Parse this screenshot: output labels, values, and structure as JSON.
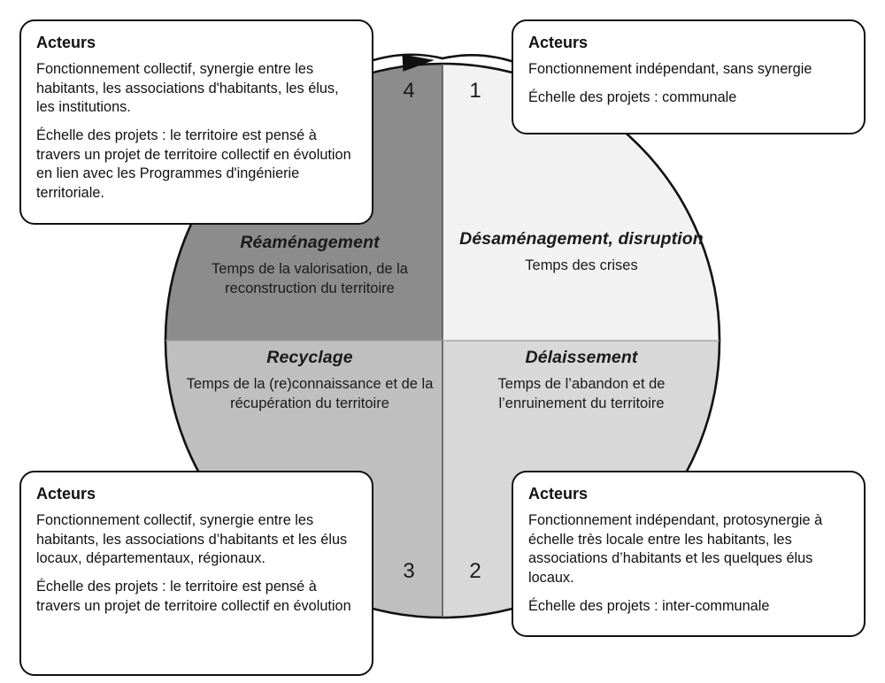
{
  "diagram": {
    "cycle": {
      "arrow": "clockwise-arrow",
      "quadrants": [
        {
          "number": "1",
          "title": "Désaménagement, disruption",
          "subtitle": "Temps des crises",
          "color": "#f2f2f2",
          "position": "top-right"
        },
        {
          "number": "2",
          "title": "Délaissement",
          "subtitle": "Temps de l’abandon et de l’enruinement du territoire",
          "color": "#d8d8d8",
          "position": "bottom-right"
        },
        {
          "number": "3",
          "title": "Recyclage",
          "subtitle": "Temps de la (re)connaissance et de la récupération du territoire",
          "color": "#bfbfbf",
          "position": "bottom-left"
        },
        {
          "number": "4",
          "title": "Réaménagement",
          "subtitle": "Temps de la valorisation, de la reconstruction du territoire",
          "color": "#8c8c8c",
          "position": "top-left"
        }
      ]
    },
    "callouts": {
      "top_left": {
        "title": "Acteurs",
        "paragraph1": "Fonctionnement collectif, synergie entre les habitants, les associations d'habitants, les élus, les institutions.",
        "paragraph2": "Échelle des projets : le territoire est pensé à travers un projet de territoire collectif en évolution en lien avec les Programmes d'ingénierie territoriale."
      },
      "top_right": {
        "title": "Acteurs",
        "paragraph1": "Fonctionnement indépendant, sans synergie",
        "paragraph2": "Échelle des projets : communale"
      },
      "bottom_left": {
        "title": "Acteurs",
        "paragraph1": "Fonctionnement collectif, synergie entre les habitants, les associations d’habitants et les élus locaux, départementaux, régionaux.",
        "paragraph2": "Échelle des projets : le territoire est pensé à travers un projet de territoire collectif en évolution"
      },
      "bottom_right": {
        "title": "Acteurs",
        "paragraph1": "Fonctionnement indépendant, protosynergie à échelle très locale entre les habitants, les associations d’habitants et les quelques élus locaux.",
        "paragraph2": "Échelle des projets : inter-communale"
      }
    },
    "colors": {
      "outline": "#111111",
      "background": "#ffffff",
      "quadrant_1": "#f2f2f2",
      "quadrant_2": "#d8d8d8",
      "quadrant_3": "#bfbfbf",
      "quadrant_4": "#8c8c8c"
    }
  }
}
